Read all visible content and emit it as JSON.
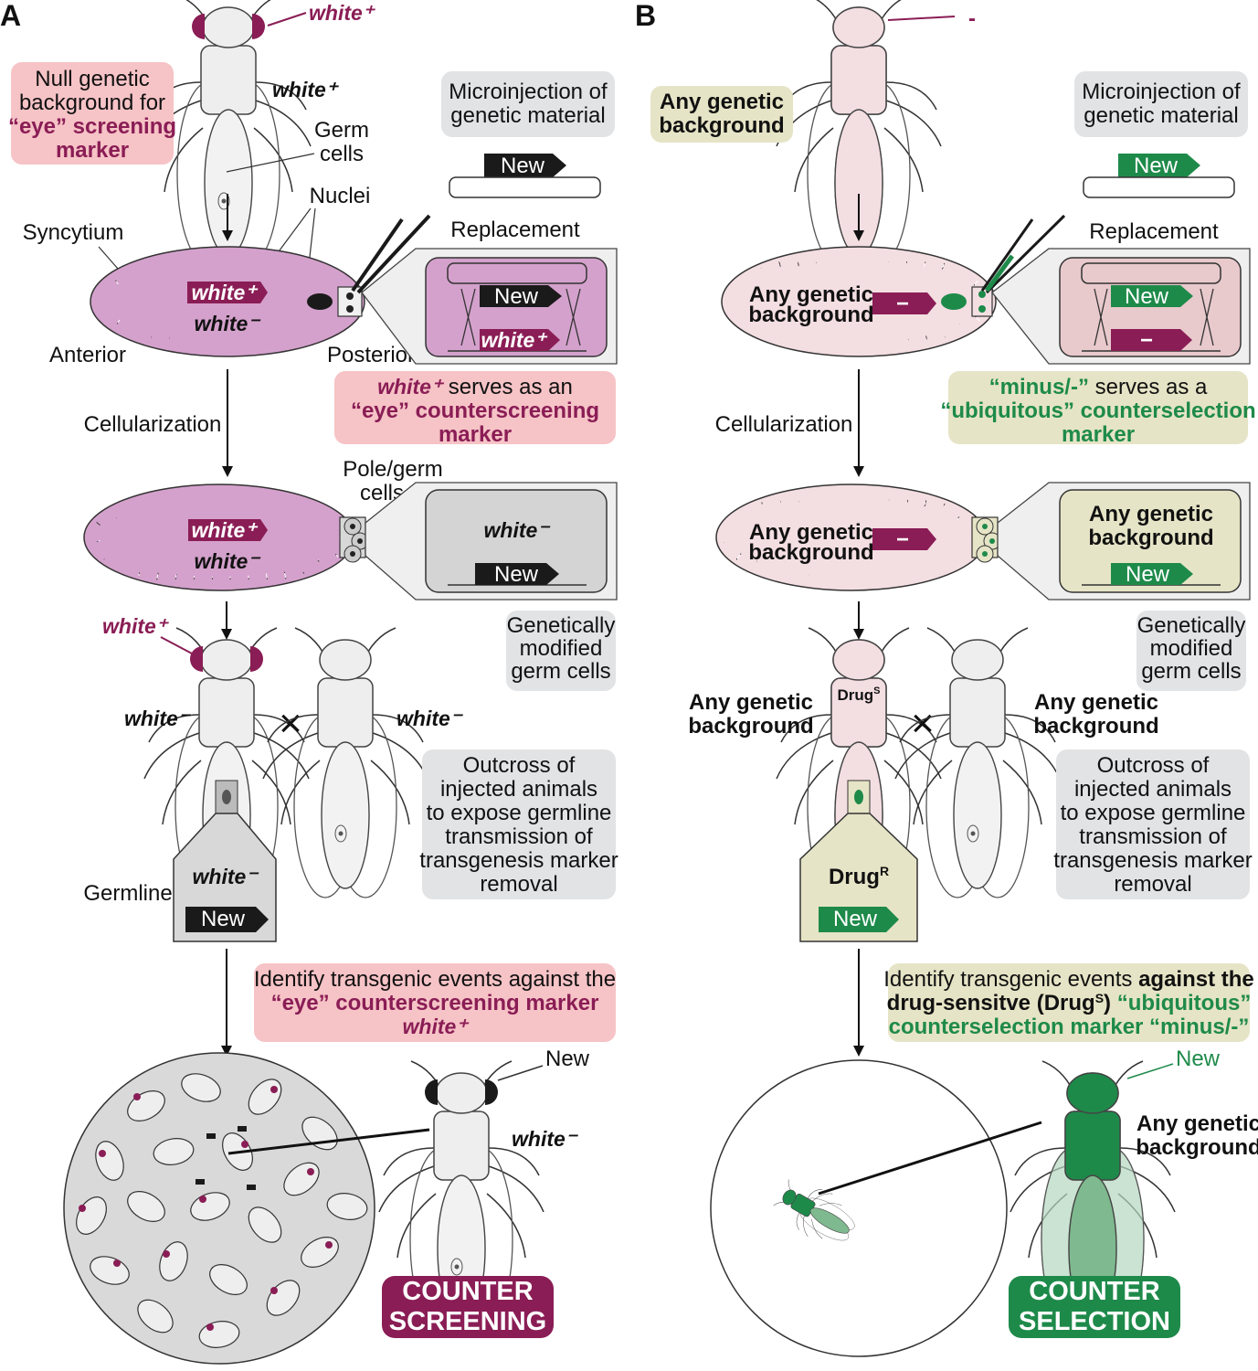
{
  "panel_a": {
    "label": "A",
    "fly_top_marker": "white⁺",
    "fly_top_genotype": "white⁺",
    "germ_cells": [
      "Germ",
      "cells"
    ],
    "null_background_box": [
      "Null genetic",
      "background for"
    ],
    "null_background_colored": [
      "“eye” screening",
      "marker"
    ],
    "microinjection": [
      "Microinjection of",
      "genetic material"
    ],
    "new_label": "New",
    "nuclei": "Nuclei",
    "syncytium": "Syncytium",
    "replacement": "Replacement",
    "embryo_marker": "white⁺",
    "embryo_genotype": "white⁻",
    "anterior": "Anterior",
    "posterior": "Posterior",
    "serves_italic": "white⁺",
    "serves_rest": " serves as an",
    "serves_colored": [
      "“eye” counterscreening",
      "marker"
    ],
    "cellularization": "Cellularization",
    "pole_germ": [
      "Pole/germ",
      "cells"
    ],
    "inset_genotype": "white⁻",
    "gm_germ": [
      "Genetically",
      "modified",
      "germ cells"
    ],
    "f0_marker": "white⁺",
    "f0_genotype": "white⁻",
    "mate_genotype": "white⁻",
    "cross_symbol": "×",
    "outcross": [
      "Outcross of",
      "injected animals",
      "to expose germline",
      "transmission of",
      "transgenesis marker",
      "removal"
    ],
    "germline": "Germline",
    "germline_genotype": "white⁻",
    "identify_line1": "Identify transgenic events against the",
    "identify_colored": [
      "“eye” counterscreening marker",
      "white⁺"
    ],
    "result_new": "New",
    "result_genotype": "white⁻",
    "badge": [
      "COUNTER",
      "SCREENING"
    ]
  },
  "panel_b": {
    "label": "B",
    "fly_top_marker": "-",
    "any_background": [
      "Any genetic",
      "background"
    ],
    "microinjection": [
      "Microinjection of",
      "genetic material"
    ],
    "new_label": "New",
    "replacement": "Replacement",
    "minus_symbol": "−",
    "serves_line1_colored": "“minus/-”",
    "serves_line1_rest": " serves as a",
    "serves_colored": [
      "“ubiquitous” counterselection",
      "marker"
    ],
    "cellularization": "Cellularization",
    "gm_germ": [
      "Genetically",
      "modified",
      "germ cells"
    ],
    "drug_sensitive": "Drug",
    "drug_sensitive_sup": "S",
    "cross_symbol": "×",
    "outcross": [
      "Outcross of",
      "injected animals",
      "to expose germline",
      "transmission of",
      "transgenesis marker",
      "removal"
    ],
    "drug_resistant": "Drug",
    "drug_resistant_sup": "R",
    "identify_line1_plain": "Identify transgenic events ",
    "identify_line1_bold": "against the",
    "identify_line2_a": "drug-sensitve (Drug",
    "identify_line2_sup": "S",
    "identify_line2_b": ") ",
    "identify_line2_colored": "“ubiquitous”",
    "identify_line3_colored": "counterselection marker “minus/-”",
    "result_new": "New",
    "badge": [
      "COUNTER",
      "SELECTION"
    ]
  },
  "colors": {
    "magenta": "#8a1d55",
    "green": "#1e8a4a",
    "embryo_a": "#d4a1cc",
    "embryo_b": "#f3dee2",
    "pink_box": "#f6c3c6",
    "olive_box": "#e6e4c6",
    "grey_box": "#e2e3e5"
  }
}
